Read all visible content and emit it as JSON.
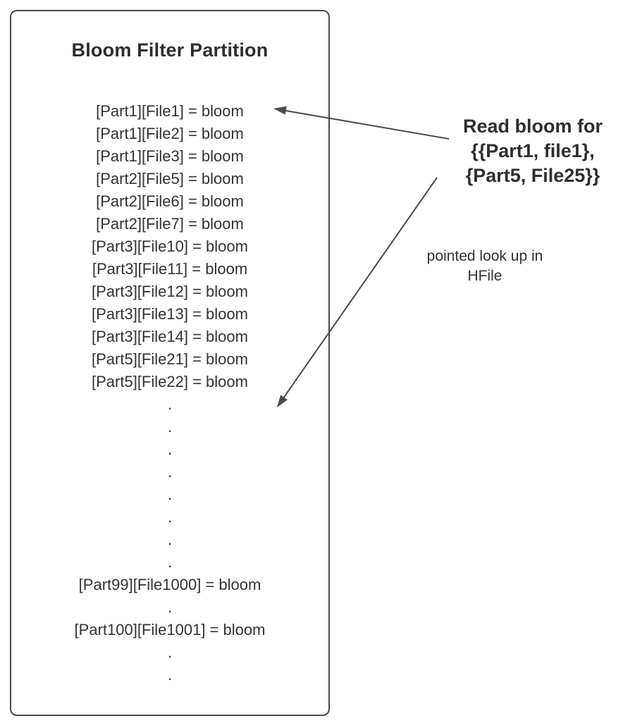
{
  "colors": {
    "stroke": "#4a4a4a",
    "text": "#333333",
    "title": "#2e2e2e",
    "bg": "#ffffff"
  },
  "box": {
    "title": "Bloom Filter Partition",
    "entries": [
      "[Part1][File1] = bloom",
      "[Part1][File2] = bloom",
      "[Part1][File3] = bloom",
      "[Part2][File5] = bloom",
      "[Part2][File6] = bloom",
      "[Part2][File7] = bloom",
      "[Part3][File10] = bloom",
      "[Part3][File11] = bloom",
      "[Part3][File12] = bloom",
      "[Part3][File13] = bloom",
      "[Part3][File14] = bloom",
      "[Part5][File21] = bloom",
      "[Part5][File22] = bloom",
      ".",
      ".",
      ".",
      ".",
      ".",
      ".",
      ".",
      ".",
      "[Part99][File1000] = bloom",
      ".",
      "[Part100][File1001] = bloom",
      ".",
      "."
    ]
  },
  "annotations": {
    "read_bloom": "Read bloom for\n{{Part1, file1},\n{Part5, File25}}",
    "pointed_lookup": "pointed look up in\nHFile"
  }
}
